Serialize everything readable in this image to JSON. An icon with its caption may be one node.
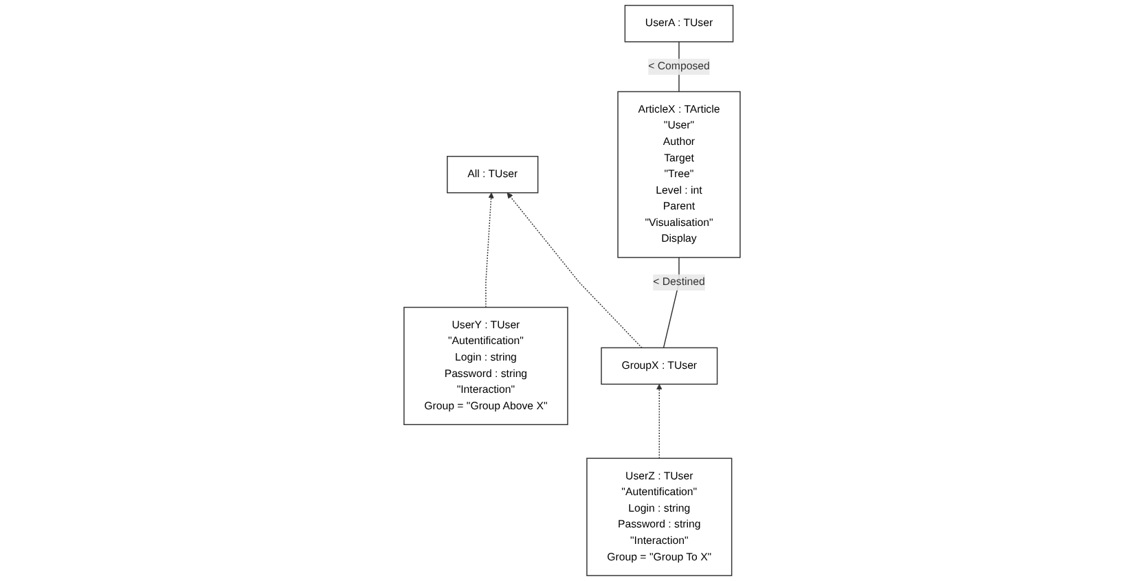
{
  "diagram": {
    "nodes": [
      {
        "text": [
          "All : TUser"
        ]
      },
      {
        "text": [
          "GroupX : TUser"
        ]
      },
      {
        "text": [
          "ArticleX : TArticle",
          "\"User\"",
          "Author",
          "Target",
          "\"Tree\"",
          "Level : int",
          "Parent",
          "\"Visualisation\"",
          "Display"
        ]
      },
      {
        "text": [
          "UserA : TUser"
        ]
      },
      {
        "text": [
          "UserY : TUser",
          "\"Autentification\"",
          "Login : string",
          "Password : string",
          "\"Interaction\"",
          "Group = \"Group Above X\""
        ]
      },
      {
        "text": [
          "UserZ : TUser",
          "\"Autentification\"",
          "Login : string",
          "Password : string",
          "\"Interaction\"",
          "Group = \"Group To X\""
        ]
      }
    ],
    "edges": [
      {
        "from": 1,
        "to": 0,
        "arrow": "to",
        "style": "dashed"
      },
      {
        "from": 4,
        "to": 0,
        "arrow": "to",
        "style": "dashed"
      },
      {
        "from": 5,
        "to": 1,
        "arrow": "to",
        "style": "dashed"
      },
      {
        "from": 1,
        "to": 2,
        "arrow": "none",
        "label": "< Destined"
      },
      {
        "from": 2,
        "to": 3,
        "arrow": "none",
        "label": "< Composed"
      }
    ]
  }
}
